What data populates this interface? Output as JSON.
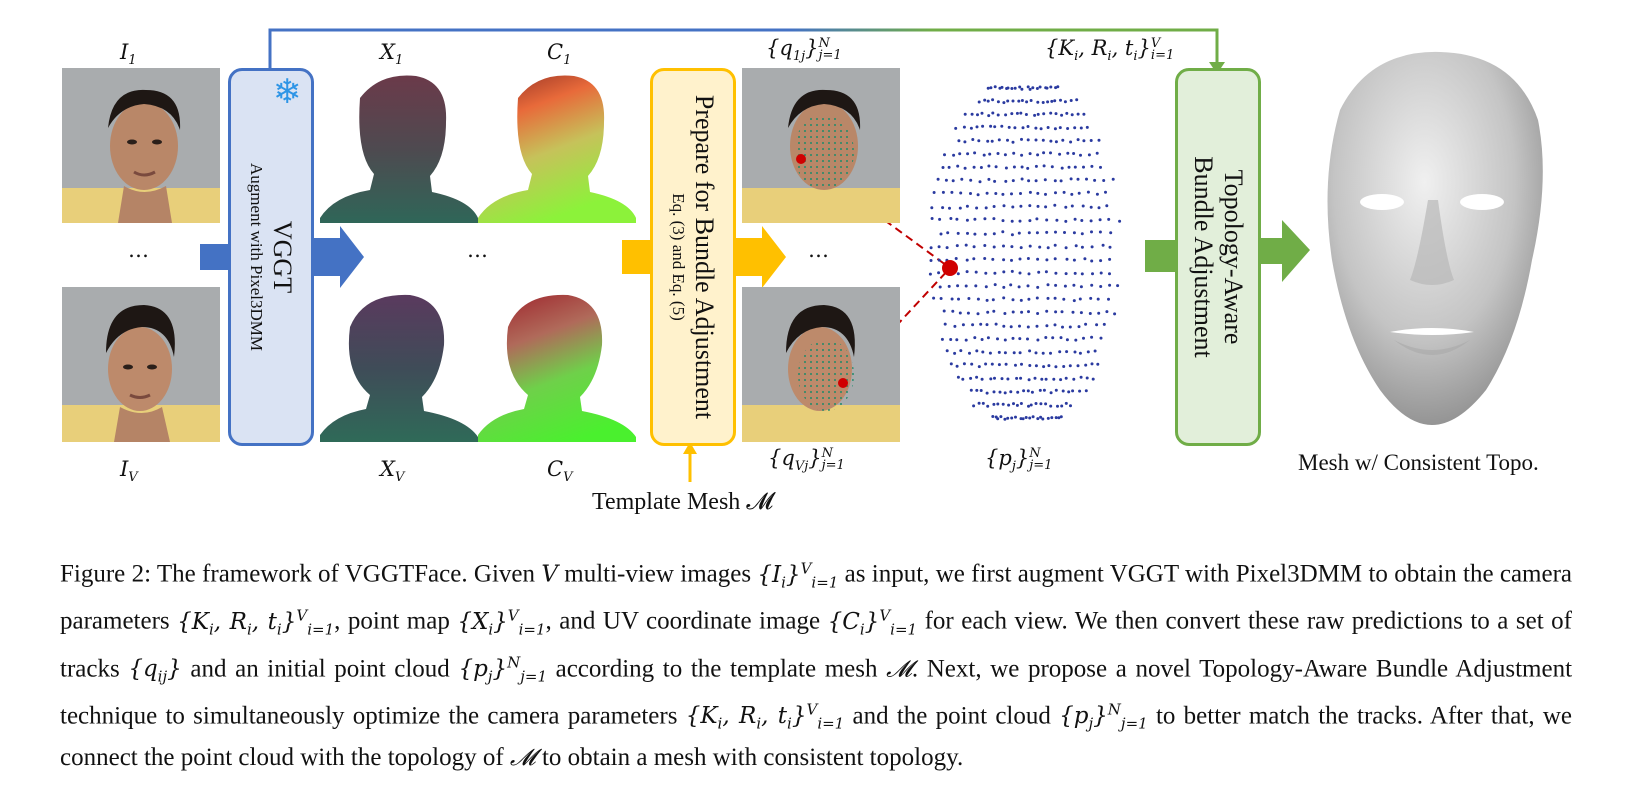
{
  "figure": {
    "labels": {
      "I1": "I",
      "I1_sub": "1",
      "IV": "I",
      "IV_sub": "V",
      "X1": "X",
      "X1_sub": "1",
      "XV": "X",
      "XV_sub": "V",
      "C1": "C",
      "C1_sub": "1",
      "CV": "C",
      "CV_sub": "V",
      "q1": "{q",
      "q1_sub": "1j",
      "q1_close": "}",
      "q1_supsub": "N",
      "q1_range": "j=1",
      "qV": "{q",
      "qV_sub": "Vj",
      "qV_close": "}",
      "qV_sup": "N",
      "qV_range": "j=1",
      "pj": "{p",
      "pj_sub": "j",
      "pj_close": "}",
      "pj_sup": "N",
      "pj_range": "j=1",
      "cams": "{K",
      "cams_sub": "i",
      "cams_mid": ", R",
      "cams_mid_sub": "i",
      "cams_t": ", t",
      "cams_t_sub": "i",
      "cams_close": "}",
      "cams_sup": "V",
      "cams_range": "i=1",
      "dots1": "…",
      "dots2": "…",
      "dots3": "…"
    },
    "vggt_box": {
      "title": "VGGT",
      "subtitle": "Augment with Pixel3DMM",
      "icon": "snowflake-icon"
    },
    "prepare_box": {
      "title": "Prepare for Bundle Adjustment",
      "subtitle": "Eq. (3) and Eq. (5)"
    },
    "ba_box": {
      "title_line1": "Topology-Aware",
      "title_line2": "Bundle Adjustment"
    },
    "template_mesh": "Template Mesh 𝓜",
    "mesh_caption": "Mesh w/ Consistent Topo.",
    "colors": {
      "blue": "#4472c4",
      "yellow": "#ffc000",
      "green": "#70ad47",
      "red": "#c00000",
      "blue_fill": "#dae3f3",
      "yellow_fill": "#fff2cc",
      "green_fill": "#e2efda"
    }
  },
  "caption": {
    "p1": "Figure 2: The framework of VGGTFace. Given ",
    "V": "V",
    "p2": " multi-view images ",
    "Ii": "{I",
    "i": "i",
    "Ii_close": "}",
    "Ii_sup": "V",
    "Ii_sub": "i=1",
    "p3": " as input, we first augment VGGT with Pixel3DMM to obtain the camera parameters ",
    "cams": "{K",
    "cams_i": "i",
    "cams_R": ", R",
    "cams_Ri": "i",
    "cams_t": ", t",
    "cams_ti": "i",
    "cams_close": "}",
    "cams_sup": "V",
    "cams_sub": "i=1",
    "p4": ", point map ",
    "Xi": "{X",
    "Xi_i": "i",
    "Xi_close": "}",
    "Xi_sup": "V",
    "Xi_sub": "i=1",
    "p5": ", and UV coordinate image ",
    "Ci": "{C",
    "Ci_i": "i",
    "Ci_close": "}",
    "Ci_sup": "V",
    "Ci_sub": "i=1",
    "p6": " for each view. We then convert these raw predictions to a set of tracks ",
    "qij": "{q",
    "qij_sub": "ij",
    "qij_close": "}",
    "p7": " and an initial point cloud ",
    "pj": "{p",
    "pj_sub": "j",
    "pj_close": "}",
    "pj_sup": "N",
    "pj_range": "j=1",
    "p8": " according to the template mesh ",
    "M1": "𝓜",
    "p9": ". Next, we propose a novel Topology-Aware Bundle Adjustment technique to simultaneously optimize the camera parameters ",
    "cams2": "{K",
    "cams2_i": "i",
    "cams2_R": ", R",
    "cams2_Ri": "i",
    "cams2_t": ", t",
    "cams2_ti": "i",
    "cams2_close": "}",
    "cams2_sup": "V",
    "cams2_sub": "i=1",
    "p10": " and the point cloud ",
    "pj2": "{p",
    "pj2_sub": "j",
    "pj2_close": "}",
    "pj2_sup": "N",
    "pj2_range": "j=1",
    "p11": " to better match the tracks. After that, we connect the point cloud with the topology of ",
    "M2": "𝓜",
    "p12": " to obtain a mesh with consistent topology."
  }
}
